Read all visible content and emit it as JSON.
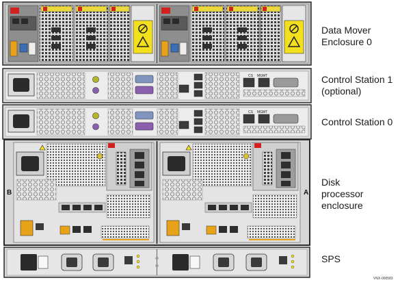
{
  "labels": {
    "dme": "Data Mover\nEnclosure 0",
    "cs1": "Control Station 1\n(optional)",
    "cs0": "Control Station 0",
    "dpe": "Disk\nprocessor\nenclosure",
    "sps": "SPS"
  },
  "dpe_side": {
    "left": "B",
    "right": "A"
  },
  "cs_ports": {
    "a": "CS",
    "b": "MGMT"
  },
  "figure_id": "VNX-000583",
  "colors": {
    "chassis": "#c8c8c8",
    "chassis_dark": "#8c8c8c",
    "panel": "#e9e9e9",
    "frame": "#2a2a2a",
    "accent_orange": "#e8a21a",
    "warning_yellow": "#f2df1d",
    "handle_yellow": "#ebd83c",
    "status_red": "#d02020",
    "port_purple": "#8a5fae",
    "vga_blue": "#7f95bf"
  },
  "icons": [
    "power-inlet-icon",
    "warning-icon",
    "ethernet-port-icon",
    "usb-port-icon",
    "vga-port-icon",
    "ps2-port-icon"
  ]
}
